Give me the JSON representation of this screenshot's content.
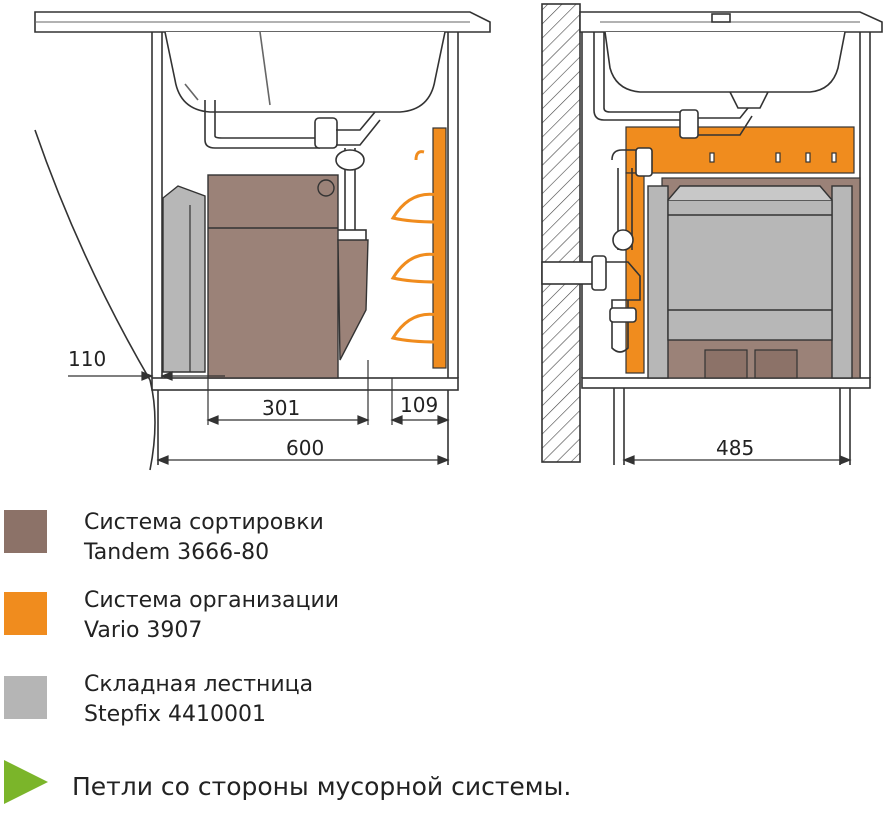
{
  "dimensions": {
    "d110": "110",
    "d301": "301",
    "d109": "109",
    "d600": "600",
    "d485": "485"
  },
  "colors": {
    "tandem": "#9B8278",
    "vario": "#F08C1E",
    "stepfix": "#B7B7B7",
    "hinge_arrow": "#7BB52A",
    "line": "#333333"
  },
  "legend": [
    {
      "color": "#8C7268",
      "line1": "Система сортировки",
      "line2": "Tandem 3666-80"
    },
    {
      "color": "#F08C1E",
      "line1": "Система организации",
      "line2": "Vario 3907"
    },
    {
      "color": "#B5B5B5",
      "line1": "Складная лестница",
      "line2": "Stepfix 4410001"
    }
  ],
  "note": {
    "icon": "green-triangle-arrow",
    "text": "Петли со стороны мусорной системы."
  }
}
